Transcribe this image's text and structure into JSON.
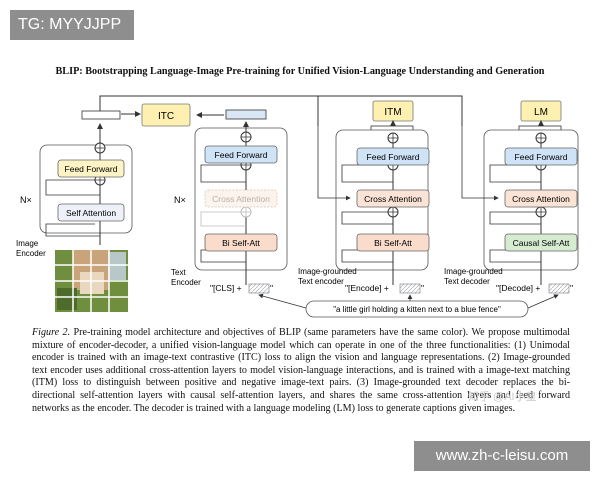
{
  "badges": {
    "top": "TG: MYYJJPP",
    "bottom": "www.zh-c-leisu.com"
  },
  "paper": {
    "title": "BLIP: Bootstrapping Language-Image Pre-training for Unified Vision-Language Understanding and Generation",
    "caption_label": "Figure 2.",
    "caption_text": "Pre-training model architecture and objectives of BLIP (same parameters have the same color). We propose multimodal mixture of encoder-decoder, a unified vision-language model which can operate in one of the three functionalities: (1) Unimodal encoder is trained with an image-text contrastive (ITC) loss to align the vision and language representations. (2) Image-grounded text encoder uses additional cross-attention layers to model vision-language interactions, and is trained with a image-text matching (ITM) loss to distinguish between positive and negative image-text pairs. (3) Image-grounded text decoder replaces the bi-directional self-attention layers with causal self-attention layers, and shares the same cross-attention layers and feed forward networks as the encoder. The decoder is trained with a language modeling (LM) loss to generate captions given images."
  },
  "watermark": "知乎 @AI小皇",
  "diagram": {
    "objectives": {
      "itc": "ITC",
      "itm": "ITM",
      "lm": "LM"
    },
    "image_encoder": {
      "repeat": "N×",
      "feed_forward": "Feed Forward",
      "self_attention": "Self Attention",
      "label_line1": "Image",
      "label_line2": "Encoder"
    },
    "text_encoder": {
      "repeat": "N×",
      "feed_forward": "Feed Forward",
      "cross_attention": "Cross Attention",
      "bi_self_att": "Bi Self-Att",
      "label_line1": "Text",
      "label_line2": "Encoder",
      "input_token": "\"[CLS] + "
    },
    "grounded_encoder": {
      "feed_forward": "Feed Forward",
      "cross_attention": "Cross Attention",
      "bi_self_att": "Bi Self-Att",
      "label_line1": "Image-grounded",
      "label_line2": "Text encoder",
      "input_token": "\"[Encode] + "
    },
    "grounded_decoder": {
      "feed_forward": "Feed Forward",
      "cross_attention": "Cross Attention",
      "causal_self_att": "Causal Self-Att",
      "label_line1": "Image-grounded",
      "label_line2": "Text decoder",
      "input_token": "\"[Decode] + "
    },
    "caption_input": "\"a little girl holding a kitten next to a blue fence\"",
    "colors": {
      "feed_forward": "#cfe3f6",
      "self_attention": "#eef2f8",
      "cross_attention": "#fbe4d6",
      "cross_attention_faded": "#fbf1ea",
      "self_att_text": "#f9dccb",
      "objective": "#fdf0b0",
      "blue_bar": "#9ab8e2"
    }
  }
}
